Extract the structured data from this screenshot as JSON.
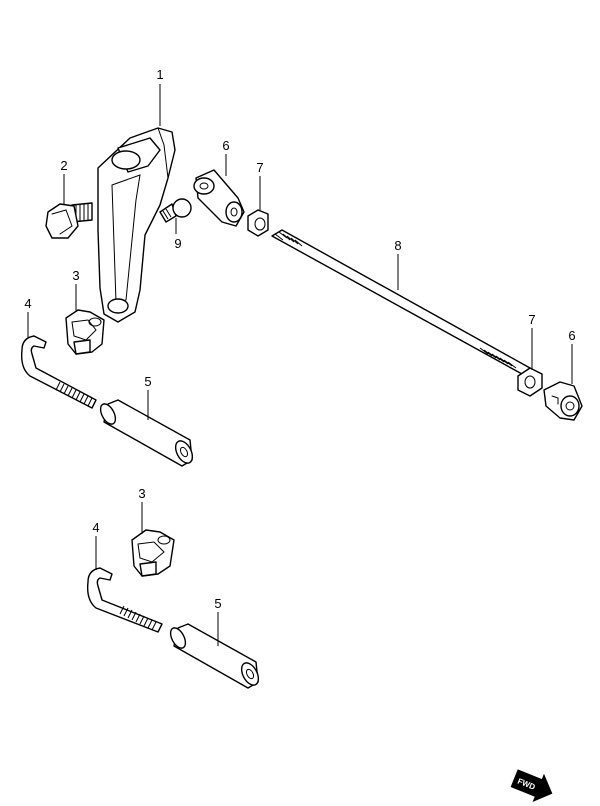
{
  "callouts": {
    "c1": "1",
    "c2": "2",
    "c3a": "3",
    "c3b": "3",
    "c4a": "4",
    "c4b": "4",
    "c5a": "5",
    "c5b": "5",
    "c6a": "6",
    "c6b": "6",
    "c7a": "7",
    "c7b": "7",
    "c8": "8",
    "c9": "9"
  },
  "direction_badge": {
    "label": "FWD"
  }
}
